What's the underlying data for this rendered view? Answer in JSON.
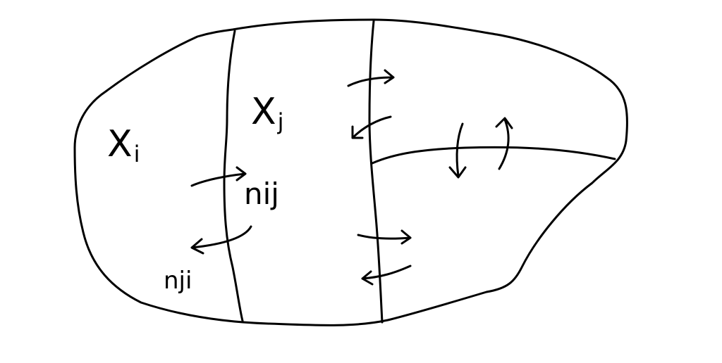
{
  "diagram": {
    "labels": {
      "region_i": "X",
      "region_i_sub": "i",
      "region_j": "X",
      "region_j_sub": "j",
      "flux_ij": "nij",
      "flux_ji": "nji"
    },
    "colors": {
      "ink": "#000000",
      "background": "#ffffff"
    }
  }
}
